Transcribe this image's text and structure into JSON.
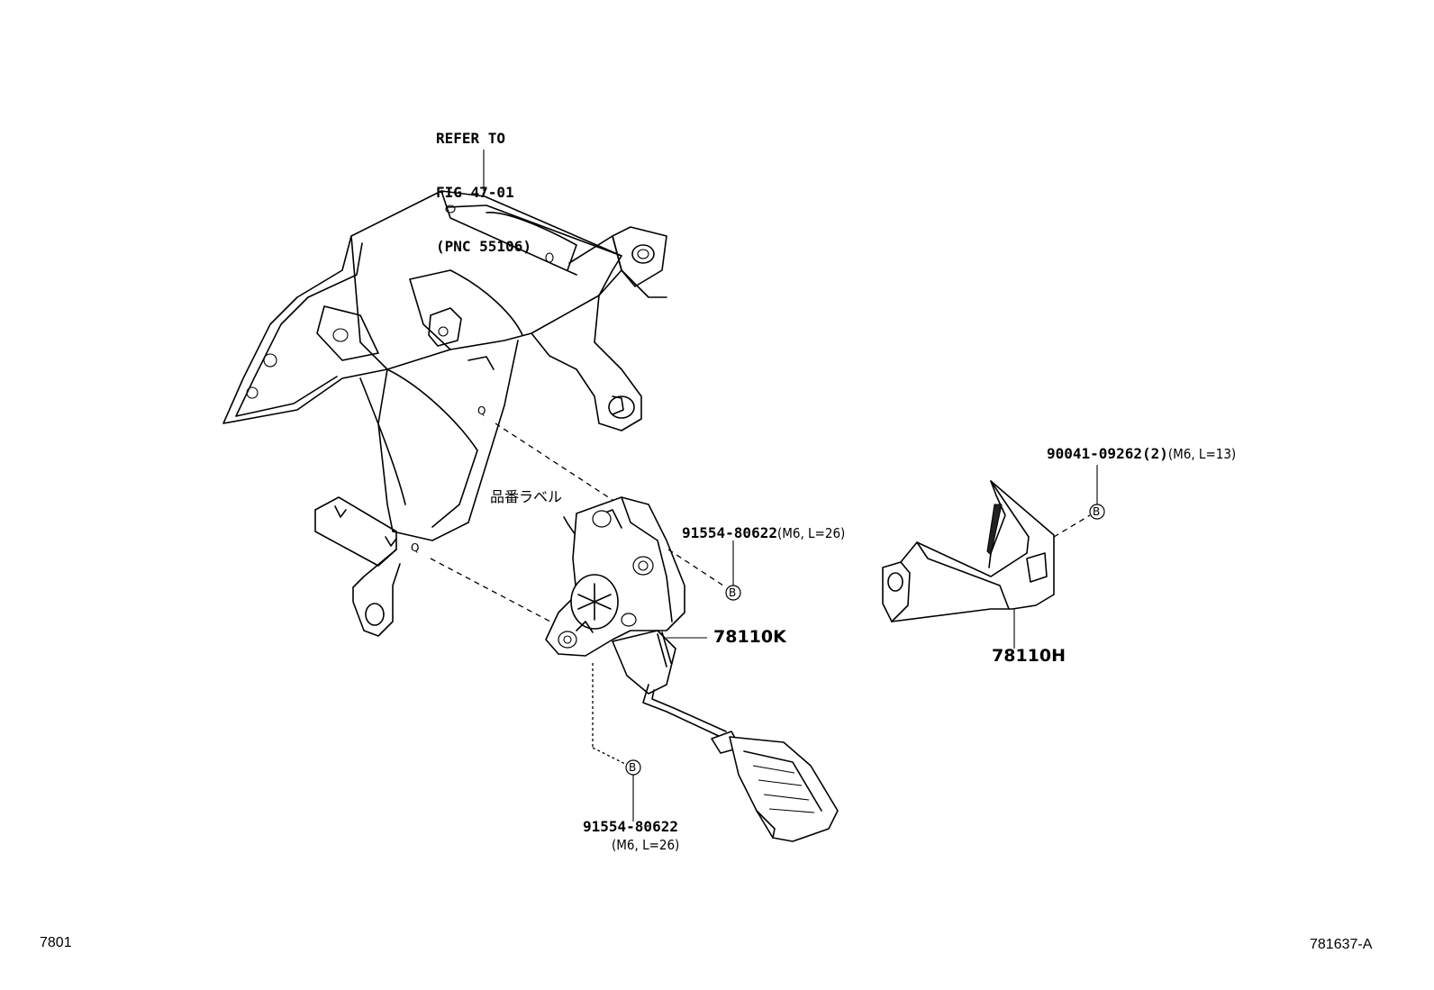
{
  "reference": {
    "line1": "REFER TO",
    "line2": "FIG 47-01",
    "line3": "(PNC 55106)"
  },
  "label_jp": "品番ラベル",
  "bolt_marker": "B",
  "parts": {
    "bolt_upper": {
      "number": "91554-80622",
      "spec": "(M6, L=26)"
    },
    "bolt_lower": {
      "number": "91554-80622",
      "spec": "(M6, L=26)"
    },
    "bolt_bracket": {
      "number": "90041-09262(2)",
      "spec": "(M6, L=13)"
    },
    "pedal": {
      "number": "78110K"
    },
    "bracket": {
      "number": "78110H"
    }
  },
  "footer": {
    "left": "7801",
    "right": "781637-A"
  }
}
